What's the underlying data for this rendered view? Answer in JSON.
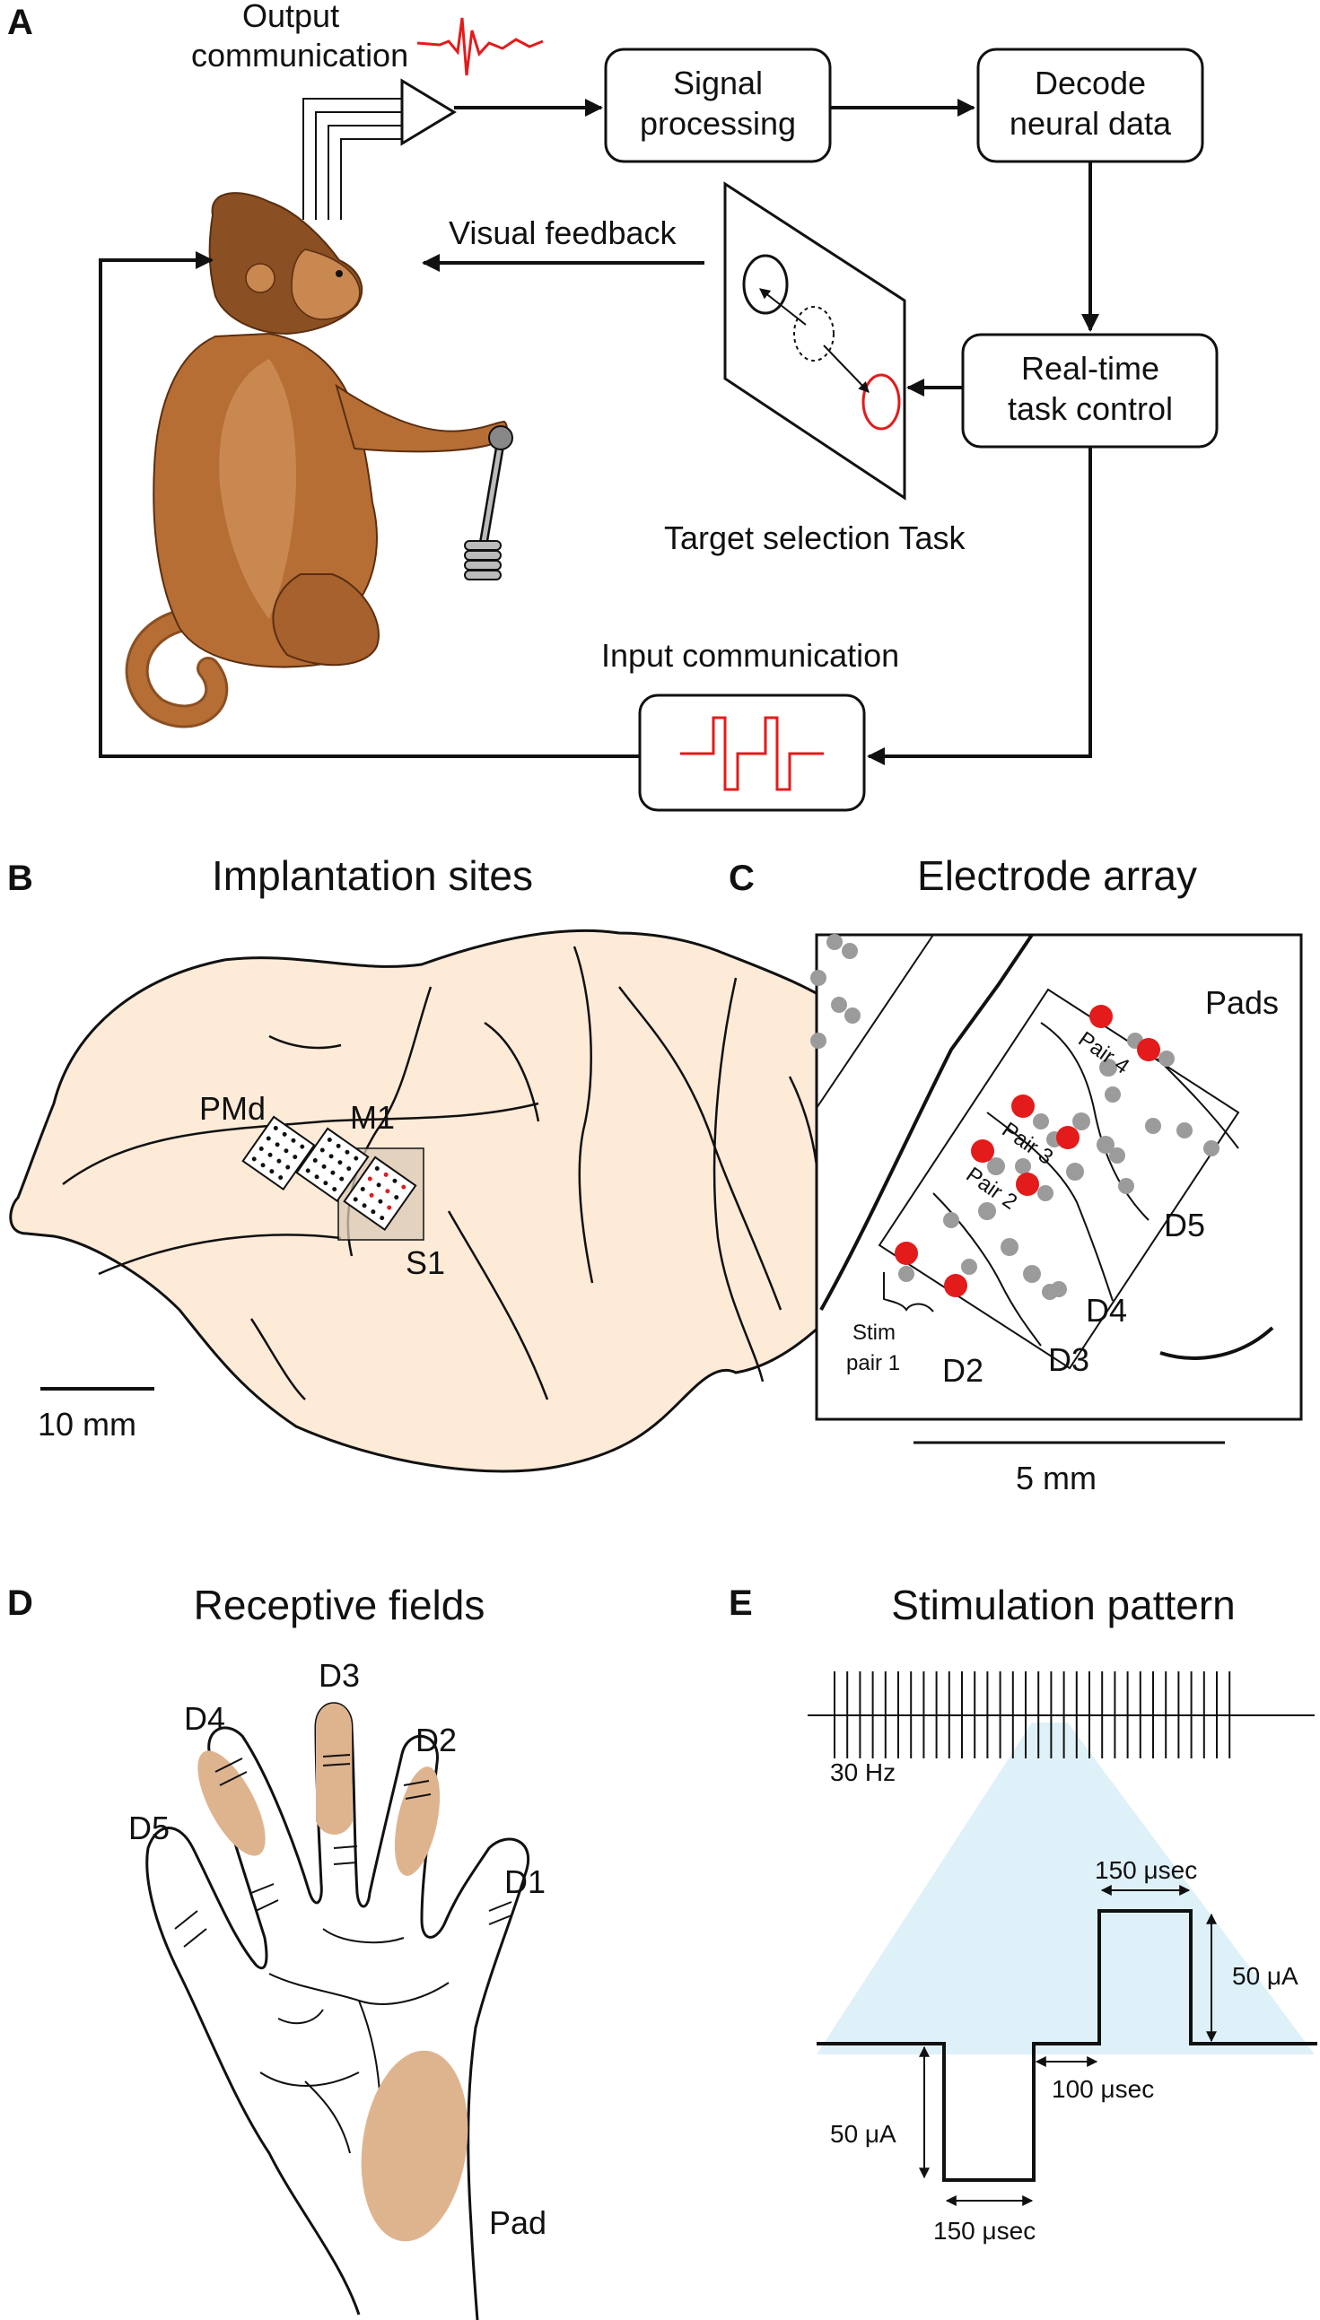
{
  "panel_a": {
    "letter": "A",
    "output_communication_line1": "Output",
    "output_communication_line2": "communication",
    "signal_processing_line1": "Signal",
    "signal_processing_line2": "processing",
    "decode_line1": "Decode",
    "decode_line2": "neural data",
    "visual_feedback": "Visual feedback",
    "task_control_line1": "Real-time",
    "task_control_line2": "task control",
    "target_selection": "Target selection Task",
    "input_communication": "Input communication"
  },
  "panel_b": {
    "letter": "B",
    "title": "Implantation sites",
    "pmd": "PMd",
    "m1": "M1",
    "s1": "S1",
    "scale": "10 mm"
  },
  "panel_c": {
    "letter": "C",
    "title": "Electrode array",
    "pads": "Pads",
    "pair4": "Pair 4",
    "pair3": "Pair 3",
    "pair2": "Pair 2",
    "stim_line1": "Stim",
    "stim_line2": "pair 1",
    "d2": "D2",
    "d3": "D3",
    "d4": "D4",
    "d5": "D5",
    "scale": "5 mm"
  },
  "panel_d": {
    "letter": "D",
    "title": "Receptive fields",
    "d1": "D1",
    "d2": "D2",
    "d3": "D3",
    "d4": "D4",
    "d5": "D5",
    "pad": "Pad"
  },
  "panel_e": {
    "letter": "E",
    "title": "Stimulation pattern",
    "freq": "30 Hz",
    "width_top": "150 μsec",
    "amp_top": "50 μA",
    "gap": "100 μsec",
    "amp_bottom": "50 μA",
    "width_bottom": "150 μsec"
  },
  "colors": {
    "red": "#e31b1b",
    "skin": "#deb48f",
    "brain": "#fdebd8",
    "monkey": "#b66e35",
    "monkey_light": "#c98850",
    "electrode_grey": "#9b9b9b",
    "stim_cone": "#dff1f8"
  }
}
